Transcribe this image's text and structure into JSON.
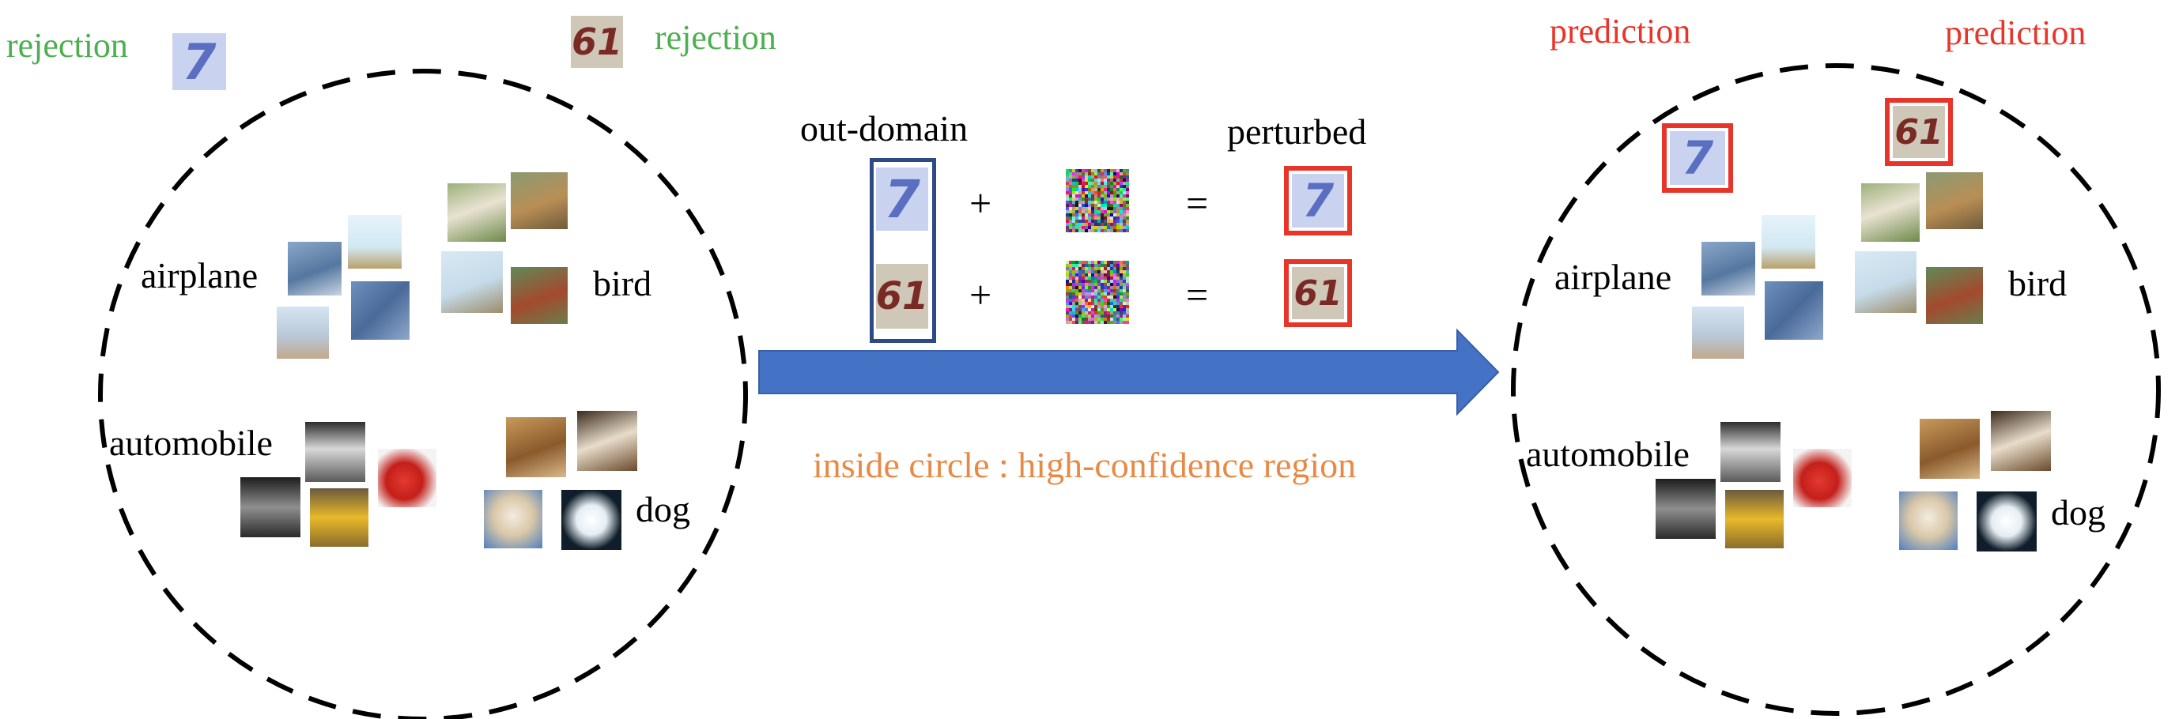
{
  "labels": {
    "rejection_left": "rejection",
    "rejection_right": "rejection",
    "prediction_left": "prediction",
    "prediction_right": "prediction",
    "out_domain": "out-domain",
    "perturbed": "perturbed",
    "plus": "+",
    "equals": "=",
    "caption": "inside circle : high-confidence region"
  },
  "classes": {
    "airplane": "airplane",
    "bird": "bird",
    "automobile": "automobile",
    "dog": "dog"
  },
  "digits": {
    "seven": "7",
    "sixtyone": "61"
  },
  "colors": {
    "rejection": "#4caf50",
    "prediction": "#e8352a",
    "caption": "#e88a45",
    "arrow": "#4472c4",
    "out_domain_box": "#2d4a86",
    "perturbed_box": "#e8352a",
    "circle": "#000000"
  }
}
